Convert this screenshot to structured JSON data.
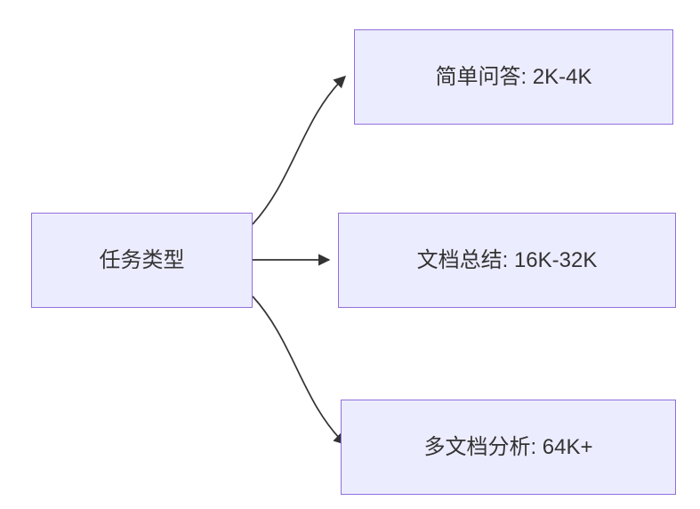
{
  "diagram": {
    "type": "flowchart",
    "direction": "left-to-right",
    "root": {
      "label": "任务类型"
    },
    "children": [
      {
        "label": "简单问答: 2K-4K"
      },
      {
        "label": "文档总结: 16K-32K"
      },
      {
        "label": "多文档分析: 64K+"
      }
    ],
    "colors": {
      "node_fill": "#ECECFF",
      "node_border": "#9370DB",
      "arrow": "#333333",
      "text": "#333333",
      "background": "#ffffff"
    }
  }
}
